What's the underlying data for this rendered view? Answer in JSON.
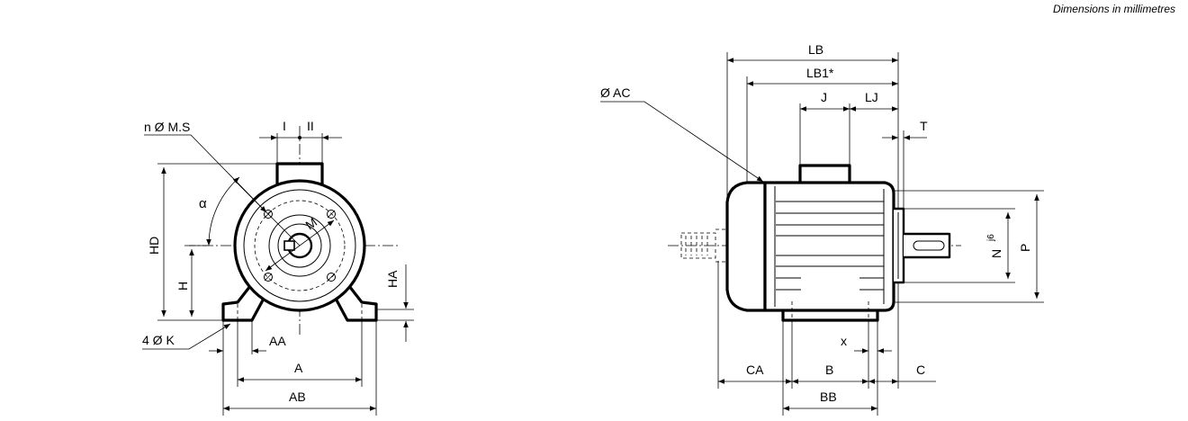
{
  "note": "Dimensions in millimetres",
  "front_view": {
    "labels": {
      "holes": "n Ø M.S",
      "I": "I",
      "II": "II",
      "alpha": "α",
      "M": "M",
      "HD": "HD",
      "H": "H",
      "HA": "HA",
      "feet_holes": "4 Ø K",
      "AA": "AA",
      "A": "A",
      "AB": "AB"
    }
  },
  "side_view": {
    "labels": {
      "LB": "LB",
      "LB1": "LB1*",
      "AC": "Ø AC",
      "J": "J",
      "LJ": "LJ",
      "T": "T",
      "N": "N",
      "N_tol": "j6",
      "P": "P",
      "x": "x",
      "CA": "CA",
      "B": "B",
      "C": "C",
      "BB": "BB"
    }
  }
}
